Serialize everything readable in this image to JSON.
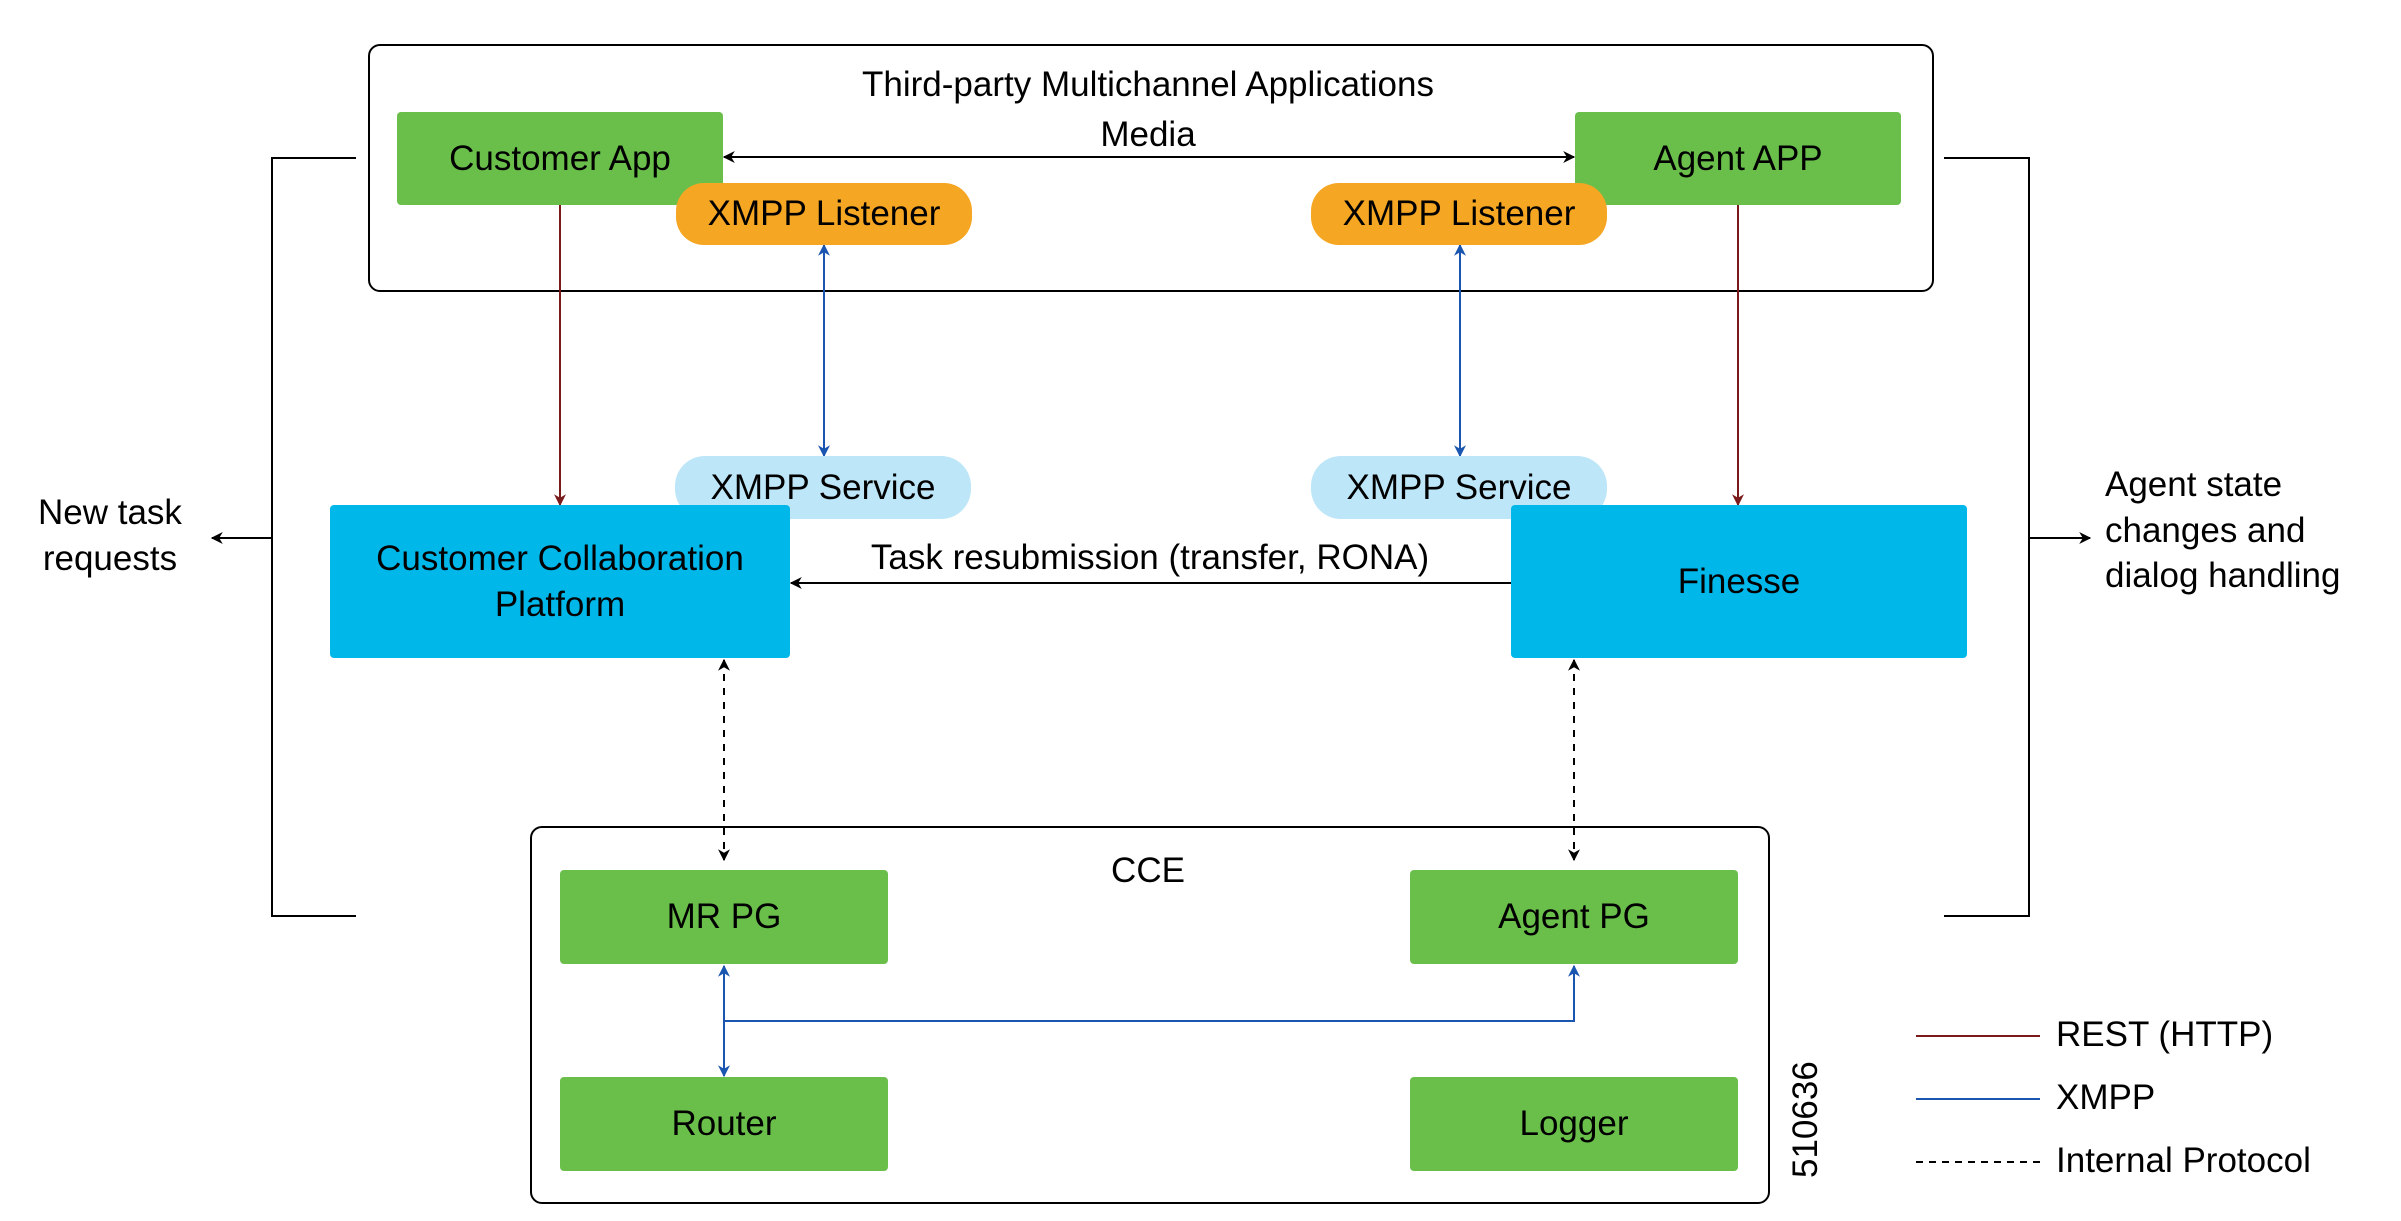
{
  "top_group": {
    "title": "Third-party Multichannel Applications"
  },
  "media_label": "Media",
  "customer_app": "Customer App",
  "agent_app": "Agent APP",
  "xmpp_listener_left": "XMPP Listener",
  "xmpp_listener_right": "XMPP Listener",
  "xmpp_service_left": "XMPP Service",
  "xmpp_service_right": "XMPP Service",
  "ccp": "Customer Collaboration\nPlatform",
  "finesse": "Finesse",
  "task_resubmission": "Task resubmission (transfer, RONA)",
  "left_side_label": "New task\nrequests",
  "right_side_label": "Agent state\nchanges and\ndialog handling",
  "cce_group": {
    "title": "CCE"
  },
  "mr_pg": "MR PG",
  "agent_pg": "Agent PG",
  "router": "Router",
  "logger": "Logger",
  "figure_id": "510636",
  "legend": {
    "rest": "REST (HTTP)",
    "xmpp": "XMPP",
    "internal": "Internal Protocol"
  },
  "colors": {
    "rest": "#7a1a1a",
    "xmpp": "#1a56b0",
    "green_box": "#6abf4b",
    "blue_box": "#00b7ea",
    "orange_pill": "#f5a623",
    "light_blue_pill": "#bde6f8"
  }
}
